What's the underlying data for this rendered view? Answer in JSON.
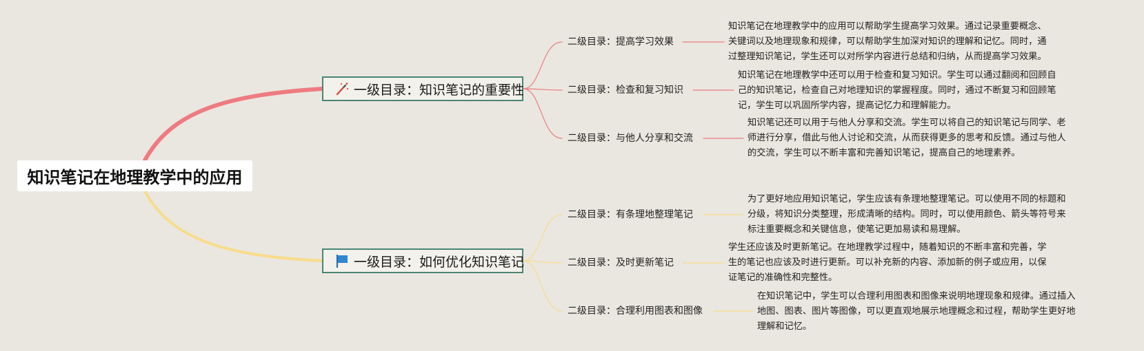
{
  "root": {
    "label": "知识笔记在地理教学中的应用"
  },
  "colors": {
    "branch1": "#ee7b80",
    "branch2": "#f8dc8a",
    "node_border": "#4a8476",
    "background": "#eae7e0"
  },
  "branches": [
    {
      "label": "一级目录：知识笔记的重要性",
      "icon": "magic-wand-icon",
      "children": [
        {
          "label": "二级目录：提高学习效果",
          "desc": [
            "知识笔记在地理教学中的应用可以帮助学生提高学习效果。通过记录重要概念、",
            "关键词以及地理现象和规律，可以帮助学生加深对知识的理解和记忆。同时，通",
            "过整理知识笔记，学生还可以对所学内容进行总结和归纳，从而提高学习效果。"
          ]
        },
        {
          "label": "二级目录：检查和复习知识",
          "desc": [
            "知识笔记在地理教学中还可以用于检查和复习知识。学生可以通过翻阅和回顾自",
            "己的知识笔记，检查自己对地理知识的掌握程度。同时，通过不断复习和回顾笔",
            "记，学生可以巩固所学内容，提高记忆力和理解能力。"
          ]
        },
        {
          "label": "二级目录：与他人分享和交流",
          "desc": [
            "知识笔记还可以用于与他人分享和交流。学生可以将自己的知识笔记与同学、老",
            "师进行分享，借此与他人讨论和交流，从而获得更多的思考和反馈。通过与他人",
            "的交流，学生可以不断丰富和完善知识笔记，提高自己的地理素养。"
          ]
        }
      ]
    },
    {
      "label": "一级目录：如何优化知识笔记",
      "icon": "blue-flag-icon",
      "children": [
        {
          "label": "二级目录：有条理地整理笔记",
          "desc": [
            "为了更好地应用知识笔记，学生应该有条理地整理笔记。可以使用不同的标题和",
            "分级，将知识分类整理，形成清晰的结构。同时，可以使用颜色、箭头等符号来",
            "标注重要概念和关键信息，使笔记更加易读和易理解。"
          ]
        },
        {
          "label": "二级目录：及时更新笔记",
          "desc": [
            "学生还应该及时更新笔记。在地理教学过程中，随着知识的不断丰富和完善，学",
            "生的笔记也应该及时进行更新。可以补充新的内容、添加新的例子或应用，以保",
            "证笔记的准确性和完整性。"
          ]
        },
        {
          "label": "二级目录：合理利用图表和图像",
          "desc": [
            "在知识笔记中，学生可以合理利用图表和图像来说明地理现象和规律。通过插入",
            "地图、图表、图片等图像，可以更直观地展示地理概念和过程，帮助学生更好地",
            "理解和记忆。"
          ]
        }
      ]
    }
  ]
}
